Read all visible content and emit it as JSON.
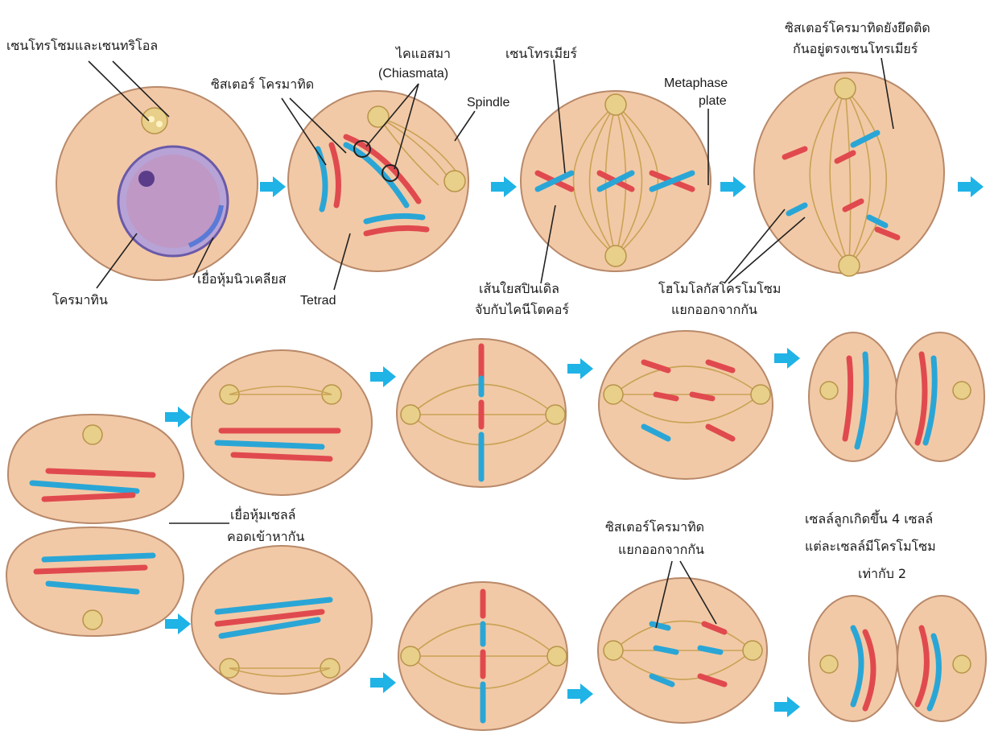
{
  "labels": {
    "centrosome_centriole": "เซนโทรโซมและเซนทริโอล",
    "sister_chromatid": "ซิสเตอร์ โครมาทิด",
    "chiasmata_th": "ไคแอสมา",
    "chiasmata_en": "(Chiasmata)",
    "spindle": "Spindle",
    "centromere": "เซนโทรเมียร์",
    "metaphase_plate_1": "Metaphase",
    "metaphase_plate_2": "plate",
    "sisters_still_attached_1": "ซิสเตอร์โครมาทิดยังยึดติด",
    "sisters_still_attached_2": "กันอยู่ตรงเซนโทรเมียร์",
    "chromatin": "โครมาทิน",
    "nuclear_envelope": "เยื่อหุ้มนิวเคลียส",
    "tetrad": "Tetrad",
    "spindle_fiber_1": "เส้นใยสปินเดิล",
    "spindle_fiber_2": "จับกับไคนีโตคอร์",
    "homologs_separate_1": "โฮโมโลกัสโครโมโซม",
    "homologs_separate_2": "แยกออกจากกัน",
    "cell_membrane_1": "เยื่อหุ้มเซลล์",
    "cell_membrane_2": "คอดเข้าหากัน",
    "chromatids_separate_1": "ซิสเตอร์โครมาทิด",
    "chromatids_separate_2": "แยกออกจากกัน",
    "result_1": "เซลล์ลูกเกิดขึ้น 4 เซลล์",
    "result_2": "แต่ละเซลล์มีโครโมโซม",
    "result_3": "เท่ากับ 2"
  },
  "colors": {
    "cell": "#f2c9a6",
    "chromosome_red": "#e04a4f",
    "chromosome_blue": "#2aa6d6",
    "arrow": "#1fb3e6",
    "spindle": "#c9a356"
  }
}
